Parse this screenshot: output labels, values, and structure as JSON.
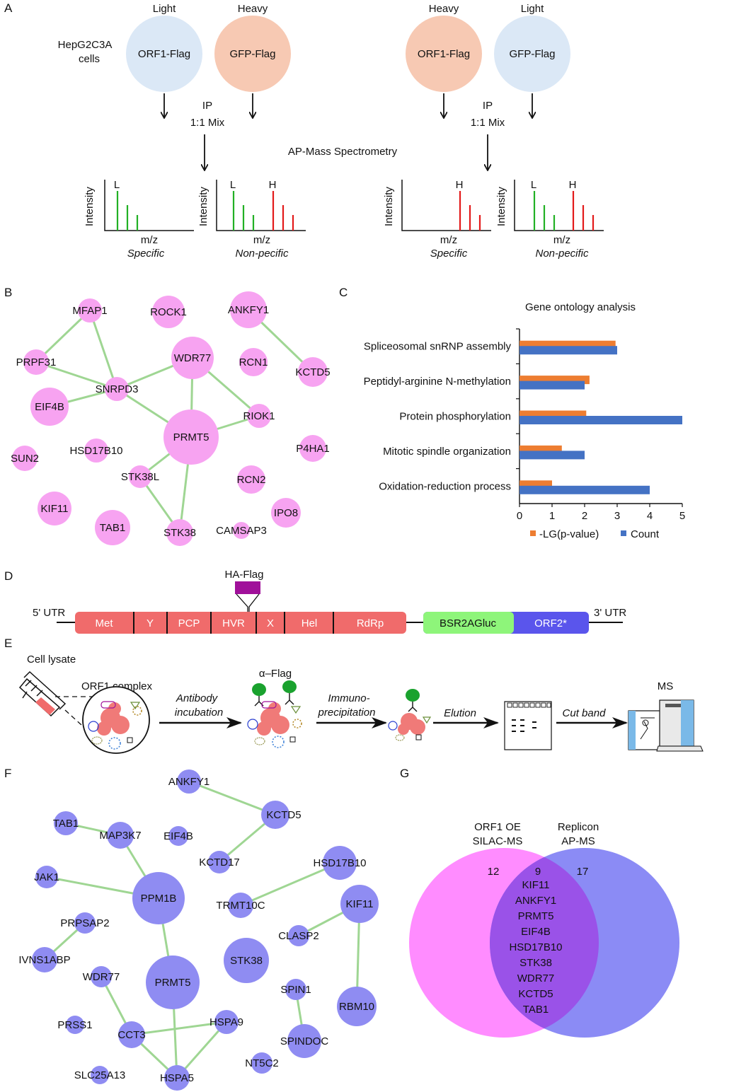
{
  "panels": {
    "A": "A",
    "B": "B",
    "C": "C",
    "D": "D",
    "E": "E",
    "F": "F",
    "G": "G"
  },
  "panelA": {
    "cells_line1": "HepG2C3A",
    "cells_line2": "cells",
    "left": {
      "label1": "Light",
      "label2": "Heavy",
      "circle1": "ORF1-Flag",
      "circle2": "GFP-Flag"
    },
    "right": {
      "label1": "Heavy",
      "label2": "Light",
      "circle1": "ORF1-Flag",
      "circle2": "GFP-Flag"
    },
    "ip": "IP",
    "mix": "1:1 Mix",
    "ms": "AP-Mass Spectrometry",
    "plots": [
      {
        "letters": [
          "L"
        ],
        "xlabel": "m/z",
        "caption": "Specific"
      },
      {
        "letters": [
          "L",
          "H"
        ],
        "xlabel": "m/z",
        "caption": "Non-pecific"
      },
      {
        "letters": [
          "H"
        ],
        "xlabel": "m/z",
        "caption": "Specific"
      },
      {
        "letters": [
          "L",
          "H"
        ],
        "xlabel": "m/z",
        "caption": "Non-pecific"
      }
    ],
    "ylabel": "Intensity",
    "colors": {
      "light": "#dbe8f6",
      "heavy": "#f7c9b3",
      "green": "#22b024",
      "red": "#e31a1a"
    }
  },
  "networkB": {
    "nodes": [
      "MFAP1",
      "ROCK1",
      "ANKFY1",
      "PRPF31",
      "WDR77",
      "RCN1",
      "KCTD5",
      "EIF4B",
      "SNRPD3",
      "RIOK1",
      "PRMT5",
      "SUN2",
      "HSD17B10",
      "P4HA1",
      "STK38L",
      "RCN2",
      "KIF11",
      "TAB1",
      "STK38",
      "CAMSAP3",
      "IPO8"
    ],
    "color": "#f7a3f1"
  },
  "chart_data": {
    "type": "bar",
    "title": "Gene ontology analysis",
    "categories": [
      "Spliceosomal snRNP assembly",
      "Peptidyl-arginine N-methylation",
      "Protein phosphorylation",
      "Mitotic spindle organization",
      "Oxidation-reduction process"
    ],
    "series": [
      {
        "name": "-LG(p-value)",
        "values": [
          2.95,
          2.15,
          2.05,
          1.3,
          1.0
        ],
        "color": "#ed7d31"
      },
      {
        "name": "Count",
        "values": [
          3,
          2,
          5,
          2,
          4
        ],
        "color": "#4472c4"
      }
    ],
    "xlim": [
      0,
      5
    ],
    "ticks": [
      "0",
      "1",
      "2",
      "3",
      "4",
      "5"
    ],
    "legend": "bottom"
  },
  "panelD": {
    "utr5": "5' UTR",
    "utr3": "3' UTR",
    "tag": "HA-Flag",
    "domains": [
      "Met",
      "Y",
      "PCP",
      "HVR",
      "X",
      "Hel",
      "RdRp"
    ],
    "reporter": "BSR2AGluc",
    "orf2": "ORF2*",
    "colors": {
      "orf1": "#f06b6b",
      "reporter": "#8ef57a",
      "orf2": "#5a55ec",
      "tag": "#a0109a"
    }
  },
  "panelE": {
    "lysate": "Cell lysate",
    "complex": "ORF1 complex",
    "flag": "α–Flag",
    "step1_line1": "Antibody",
    "step1_line2": "incubation",
    "step2_line1": "Immuno-",
    "step2_line2": "precipitation",
    "step3": "Elution",
    "step4": "Cut band",
    "ms": "MS"
  },
  "networkF": {
    "nodes": [
      "ANKFY1",
      "TAB1",
      "MAP3K7",
      "EIF4B",
      "KCTD5",
      "KCTD17",
      "HSD17B10",
      "JAK1",
      "PPM1B",
      "TRMT10C",
      "PRPSAP2",
      "CLASP2",
      "KIF11",
      "STK38",
      "IVNS1ABP",
      "WDR77",
      "PRMT5",
      "SPIN1",
      "RBM10",
      "PRSS1",
      "CCT3",
      "HSPA9",
      "SPINDOC",
      "NT5C2",
      "SLC25A13",
      "HSPA5"
    ],
    "color": "#8f8cf2"
  },
  "venn": {
    "left_title1": "ORF1 OE",
    "left_title2": "SILAC-MS",
    "right_title1": "Replicon",
    "right_title2": "AP-MS",
    "left_only": "12",
    "overlap": "9",
    "right_only": "17",
    "shared": [
      "KIF11",
      "ANKFY1",
      "PRMT5",
      "EIF4B",
      "HSD17B10",
      "STK38",
      "WDR77",
      "KCTD5",
      "TAB1"
    ],
    "colors": {
      "left": "#ff8cff",
      "right": "#8b8bf5",
      "overlap": "#9a52e8"
    }
  }
}
